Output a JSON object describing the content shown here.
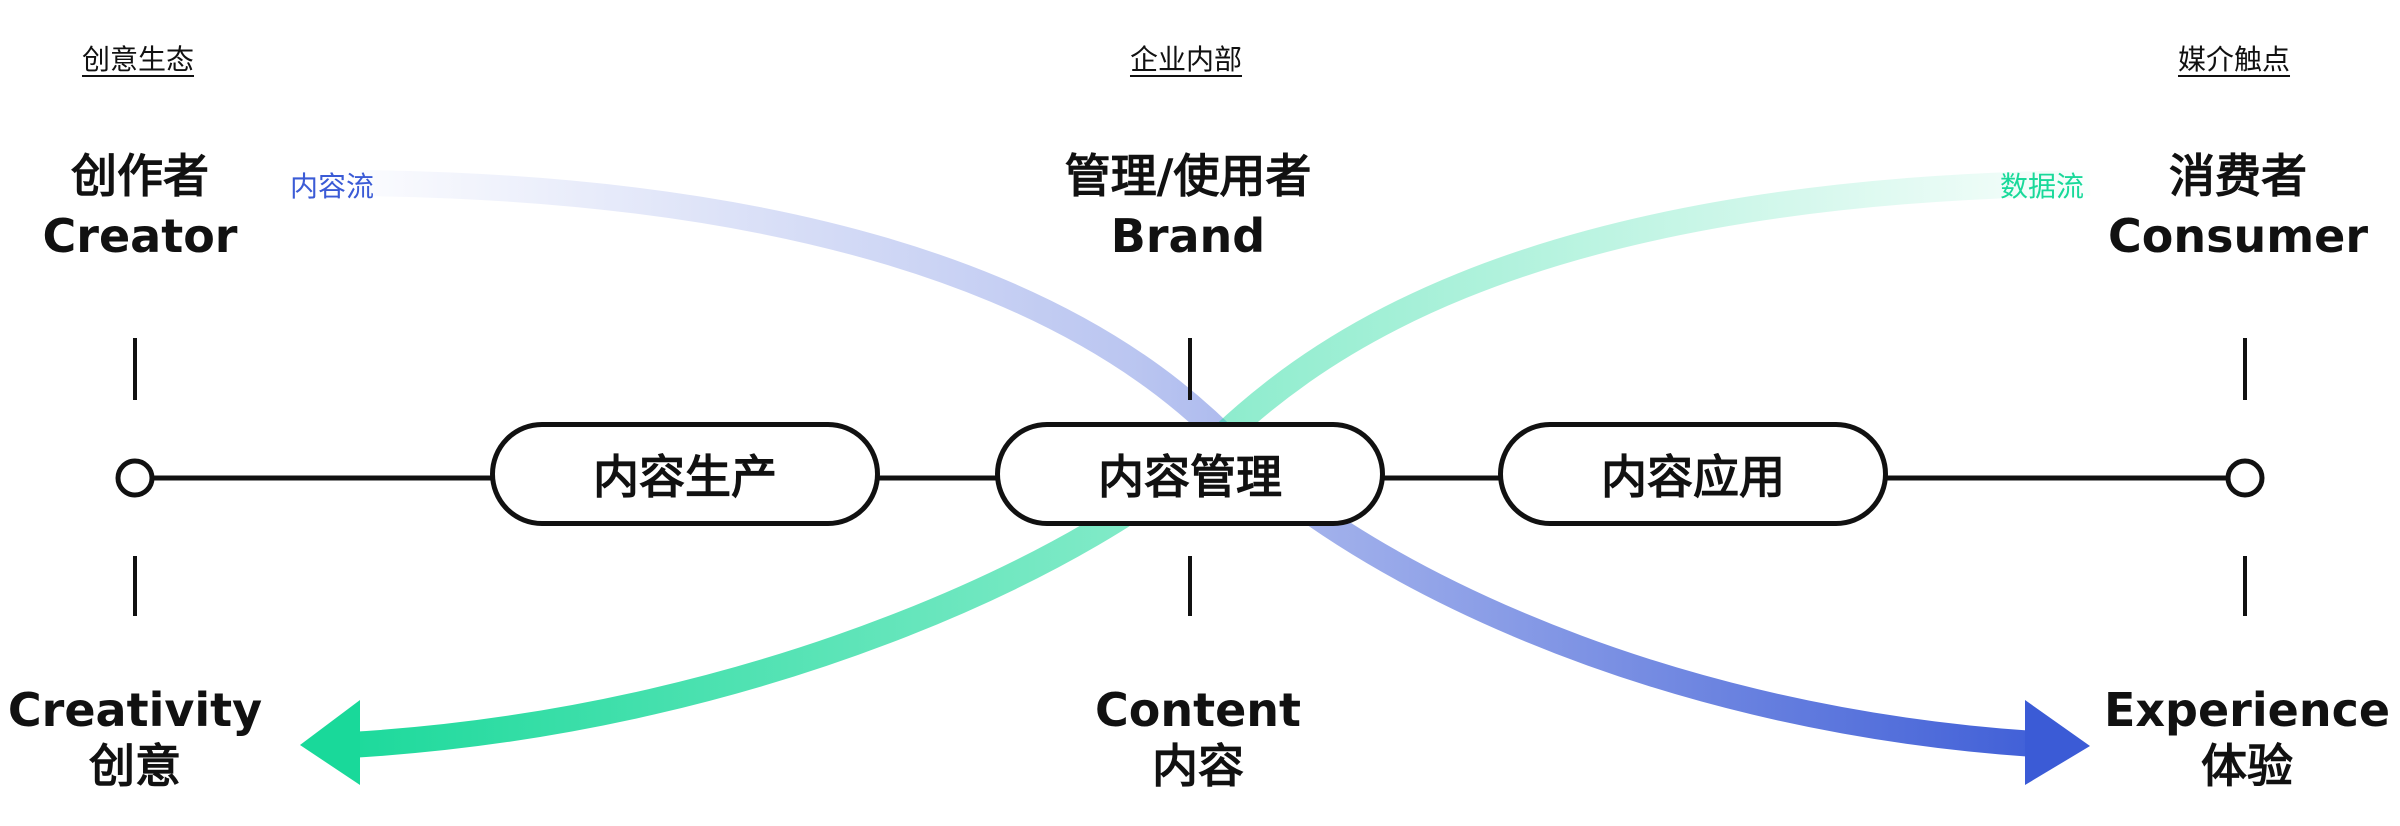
{
  "columns": [
    {
      "header": "创意生态",
      "role_cn": "创作者",
      "role_en": "Creator",
      "outcome_en": "Creativity",
      "outcome_cn": "创意"
    },
    {
      "header": "企业内部",
      "role_cn": "管理/使用者",
      "role_en": "Brand",
      "outcome_en": "Content",
      "outcome_cn": "内容"
    },
    {
      "header": "媒介触点",
      "role_cn": "消费者",
      "role_en": "Consumer",
      "outcome_en": "Experience",
      "outcome_cn": "体验"
    }
  ],
  "stages": [
    "内容生产",
    "内容管理",
    "内容应用"
  ],
  "flows": {
    "content_flow": {
      "label": "内容流",
      "color": "#3B5BD6"
    },
    "data_flow": {
      "label": "数据流",
      "color": "#19D99A"
    }
  }
}
